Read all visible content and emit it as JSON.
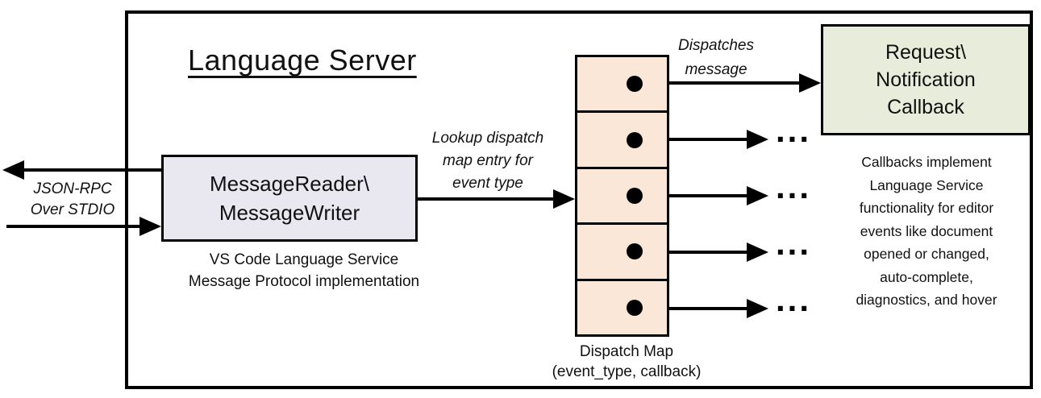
{
  "title": "Language Server",
  "colors": {
    "outline": "#000000",
    "reader_box_fill": "#e9e7f0",
    "dispatch_map_fill": "#fbe7d8",
    "callback_box_fill": "#e7edda",
    "background": "#ffffff"
  },
  "stdio_label": [
    "JSON-RPC",
    "Over STDIO"
  ],
  "reader_box": [
    "MessageReader\\",
    "MessageWriter"
  ],
  "reader_caption": [
    "VS Code Language Service",
    "Message Protocol implementation"
  ],
  "lookup_label": [
    "Lookup dispatch",
    "map entry for",
    "event type"
  ],
  "dispatches_label": [
    "Dispatches",
    "message"
  ],
  "callback_box": [
    "Request\\",
    "Notification",
    "Callback"
  ],
  "ellipsis": "...",
  "dispatch_map_caption": [
    "Dispatch Map",
    "(event_type, callback)"
  ],
  "right_note": [
    "Callbacks implement",
    "Language Service",
    "functionality for editor",
    "events like document",
    "opened or changed,",
    "auto-complete,",
    "diagnostics, and hover"
  ]
}
